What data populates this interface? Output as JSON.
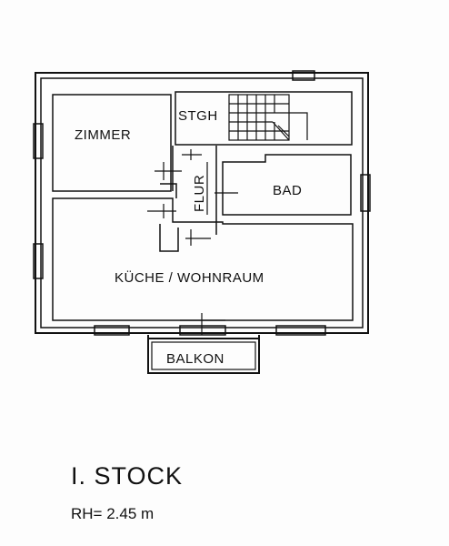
{
  "rooms": {
    "zimmer": "ZIMMER",
    "stgh": "STGH",
    "flur": "FLUR",
    "bad": "BAD",
    "kueche_wohnraum": "KÜCHE / WOHNRAUM",
    "balkon": "BALKON"
  },
  "caption": {
    "floor": "I. STOCK",
    "room_height": "RH= 2.45 m"
  }
}
